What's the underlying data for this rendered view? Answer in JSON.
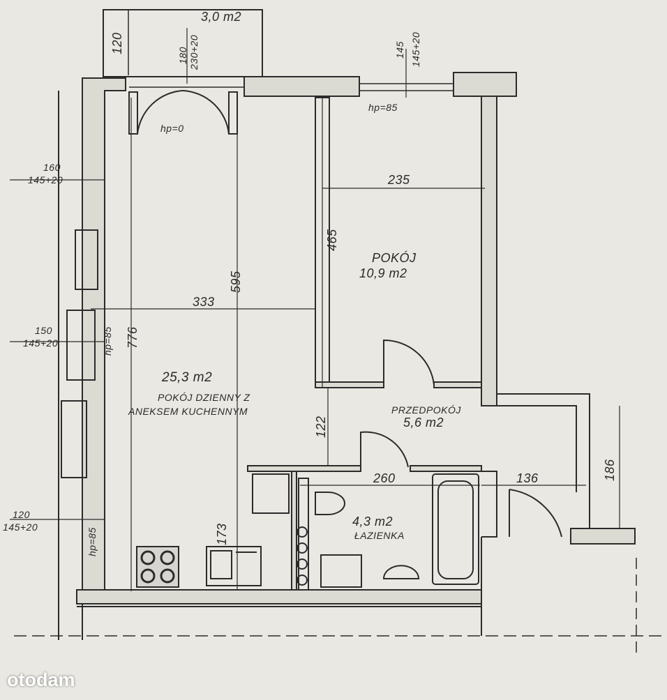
{
  "rooms": {
    "balcony": {
      "area": "3,0 m2"
    },
    "living": {
      "area": "25,3 m2",
      "name_line1": "POKÓJ DZIENNY Z",
      "name_line2": "ANEKSEM KUCHENNYM"
    },
    "bedroom": {
      "name": "POKÓJ",
      "area": "10,9 m2"
    },
    "hall": {
      "name": "PRZEDPOKÓJ",
      "area": "5,6 m2"
    },
    "bathroom": {
      "area": "4,3 m2",
      "name": "ŁAZIENKA"
    }
  },
  "dimensions": {
    "balcony_depth": "120",
    "balcony_door_top": "180",
    "balcony_door_bottom": "230+20",
    "window_top_top": "145",
    "window_top_bottom": "145+20",
    "sill_top": "hp=85",
    "sill_balcony": "hp=0",
    "bedroom_width": "235",
    "bedroom_depth": "465",
    "living_inner": "595",
    "living_width": "333",
    "living_depth": "776",
    "sill_left_mid": "hp=85",
    "sill_left_low": "hp=85",
    "window_left1_top": "160",
    "window_left1_bottom": "145+20",
    "window_left2_top": "150",
    "window_left2_bottom": "145+20",
    "window_left3_top": "120",
    "window_left3_bottom": "145+20",
    "hall_offset": "122",
    "bath_width": "260",
    "entry_width": "136",
    "entry_depth": "186",
    "kitchen_depth": "173"
  },
  "watermark": "otodam"
}
